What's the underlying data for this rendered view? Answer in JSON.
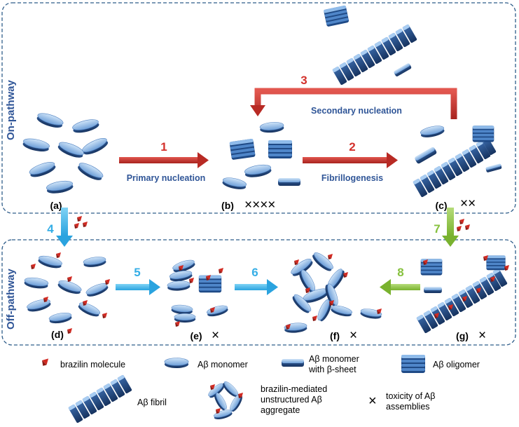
{
  "regions": {
    "on_pathway": "On-pathway",
    "off_pathway": "Off-pathway"
  },
  "panels": {
    "a": "(a)",
    "b": "(b)",
    "c": "(c)",
    "d": "(d)",
    "e": "(e)",
    "f": "(f)",
    "g": "(g)"
  },
  "steps": {
    "s1": "1",
    "s2": "2",
    "s3": "3",
    "s4": "4",
    "s5": "5",
    "s6": "6",
    "s7": "7",
    "s8": "8"
  },
  "processes": {
    "primary": "Primary nucleation",
    "fibrillogenesis": "Fibrillogenesis",
    "secondary": "Secondary nucleation"
  },
  "toxicity_marks": {
    "b": "××××",
    "c": "××",
    "e": "×",
    "f": "×",
    "g": "×"
  },
  "legend": {
    "brazilin": "brazilin molecule",
    "monomer": "Aβ monomer",
    "beta_monomer_1": "Aβ monomer",
    "beta_monomer_2": "with β-sheet",
    "oligomer": "Aβ oligomer",
    "fibril": "Aβ fibril",
    "aggregate_1": "brazilin-mediated",
    "aggregate_2": "unstructured Aβ",
    "aggregate_3": "aggregate",
    "toxicity_symbol": "×",
    "toxicity_1": "toxicity of Aβ",
    "toxicity_2": "assemblies"
  },
  "colors": {
    "region_border": "#2f5d8a",
    "region_label": "#2f5597",
    "arrow_red": "#c0302b",
    "arrow_cyan": "#3ab6ea",
    "arrow_green": "#8cc63e",
    "step_red": "#d3302b",
    "step_cyan": "#35aee6",
    "step_green": "#86c13d",
    "process_text": "#2f5597",
    "monomer_light": "#9cc7ef",
    "monomer_mid": "#5b8fcf",
    "monomer_dark": "#1f3f73",
    "brazilin": "#d12a22"
  }
}
